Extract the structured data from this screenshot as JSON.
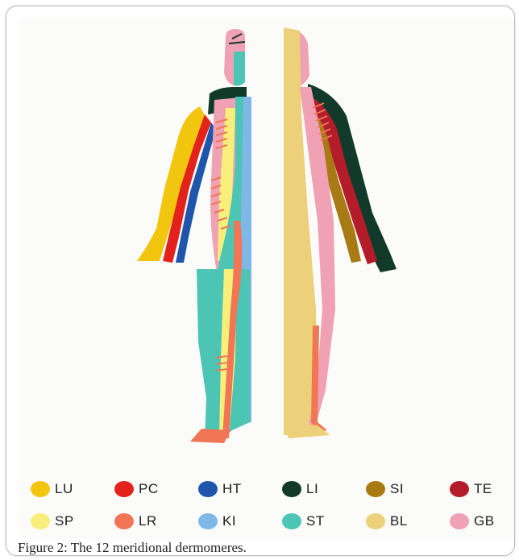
{
  "figure": {
    "caption": "Figure 2: The 12 meridional dermomeres.",
    "legend": [
      {
        "code": "LU",
        "color": "#f2c50f"
      },
      {
        "code": "PC",
        "color": "#e3221c"
      },
      {
        "code": "HT",
        "color": "#1f56ab"
      },
      {
        "code": "LI",
        "color": "#123a2a"
      },
      {
        "code": "SI",
        "color": "#a87a14"
      },
      {
        "code": "TE",
        "color": "#b51c2a"
      },
      {
        "code": "SP",
        "color": "#f7ef7a"
      },
      {
        "code": "LR",
        "color": "#f07655"
      },
      {
        "code": "KI",
        "color": "#7fb8e6"
      },
      {
        "code": "ST",
        "color": "#4cc5b4"
      },
      {
        "code": "BL",
        "color": "#ecd07a"
      },
      {
        "code": "GB",
        "color": "#f0a1b4"
      }
    ]
  }
}
